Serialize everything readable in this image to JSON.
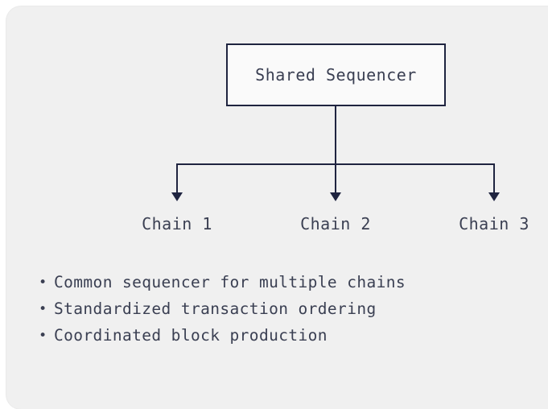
{
  "card": {
    "background_color": "#f0f0f0"
  },
  "diagram": {
    "root": {
      "label": "Shared Sequencer",
      "border_color": "#1f2440",
      "fill_color": "#fafafa"
    },
    "connector_color": "#1f2440",
    "children": [
      {
        "label": "Chain 1",
        "arrow": "down-triangle-icon"
      },
      {
        "label": "Chain 2",
        "arrow": "down-triangle-icon"
      },
      {
        "label": "Chain 3",
        "arrow": "down-triangle-icon"
      }
    ]
  },
  "bullets": {
    "marker": "•",
    "text_color": "#3a3f52",
    "items": [
      "Common sequencer for multiple chains",
      "Standardized transaction ordering",
      "Coordinated block production"
    ]
  }
}
